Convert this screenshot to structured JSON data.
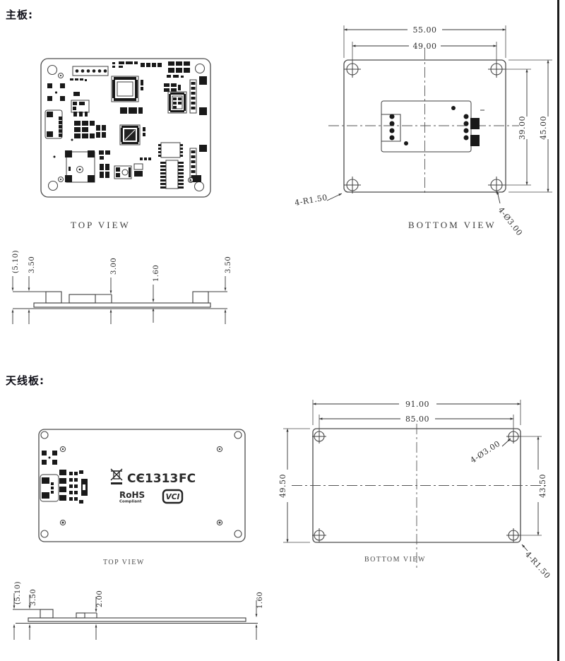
{
  "page": {
    "background": "#ffffff",
    "right_border_color": "#1b1b1b"
  },
  "mainboard": {
    "title": "主板:",
    "top_view_label": "TOP VIEW",
    "bottom_view_label": "BOTTOM VIEW",
    "dims": {
      "overall_width": "55.00",
      "hole_span_h": "49.00",
      "hole_span_v": "39.00",
      "overall_height": "45.00",
      "corner_radius": "4-R1.50",
      "hole_diameter": "4-Ø3.00"
    },
    "profile": {
      "overall": "(5.10)",
      "left_comp": "3.50",
      "mid_comp": "3.00",
      "pcb": "1.60",
      "right_comp": "3.50"
    }
  },
  "antenna": {
    "title": "天线板:",
    "top_view_label": "TOP VIEW",
    "bottom_view_label": "BOTTOM VIEW",
    "markings": {
      "ce_mark": "CЄ1313",
      "fcc_mark": "FC",
      "rohs": "RoHS",
      "rohs_sub": "Compliant",
      "vci": "VCI"
    },
    "dims": {
      "overall_width": "91.00",
      "hole_span_h": "85.00",
      "overall_height": "49.50",
      "hole_span_v": "43.50",
      "hole_diameter": "4-Ø3.00",
      "corner_radius": "4-R1.50"
    },
    "profile": {
      "overall": "(5.10)",
      "left_comp": "3.50",
      "mid_comp": "2.00",
      "pcb": "1.60"
    }
  }
}
